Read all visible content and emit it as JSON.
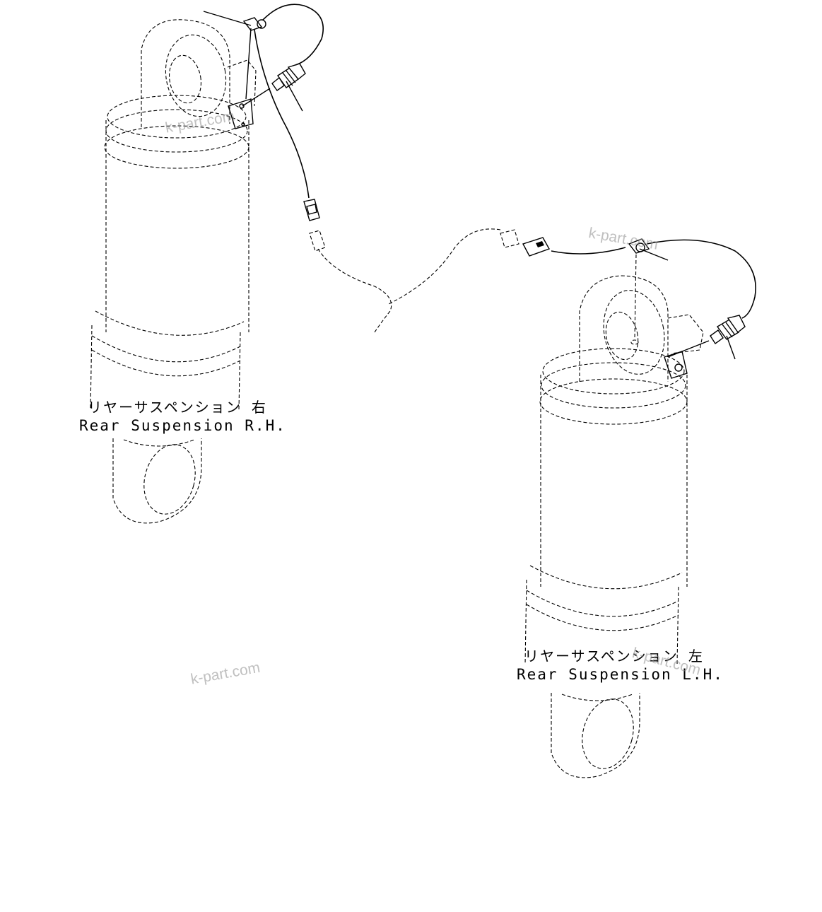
{
  "labels": {
    "rh_jp": "リヤーサスペンション 右",
    "rh_en": "Rear Suspension R.H.",
    "lh_jp": "リヤーサスペンション 左",
    "lh_en": "Rear Suspension L.H."
  },
  "watermarks": {
    "wm1": "k-part.com",
    "wm2": "k-part.com",
    "wm3": "k-part.com",
    "wm4": "k-part.com"
  },
  "colors": {
    "line": "#000000",
    "background": "#ffffff",
    "watermark": "#8c8c8c"
  }
}
